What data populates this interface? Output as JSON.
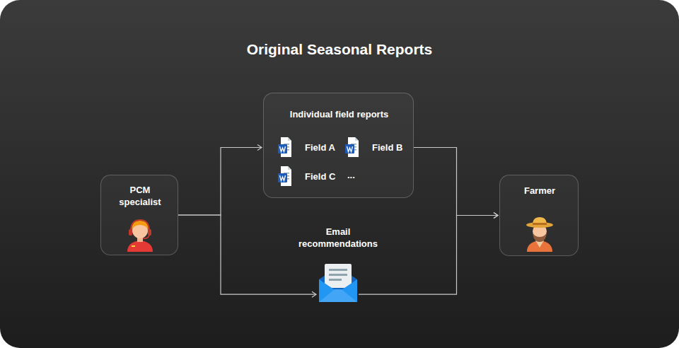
{
  "diagram": {
    "title": "Original Seasonal Reports",
    "nodes": [
      {
        "text": [
          "PCM specialist"
        ]
      },
      {
        "text": [
          "Individual field reports"
        ]
      },
      {
        "text": [
          "Email recommendations"
        ]
      },
      {
        "text": [
          "Farmer"
        ]
      }
    ],
    "edges": [
      {
        "from": 0,
        "to": 1,
        "arrow": "to"
      },
      {
        "from": 0,
        "to": 2,
        "arrow": "to"
      },
      {
        "from": 1,
        "to": 3,
        "arrow": "to"
      },
      {
        "from": 2,
        "to": 3,
        "arrow": "to"
      }
    ],
    "labels": [
      "Field A",
      "Field B",
      "Field C",
      "..."
    ]
  }
}
